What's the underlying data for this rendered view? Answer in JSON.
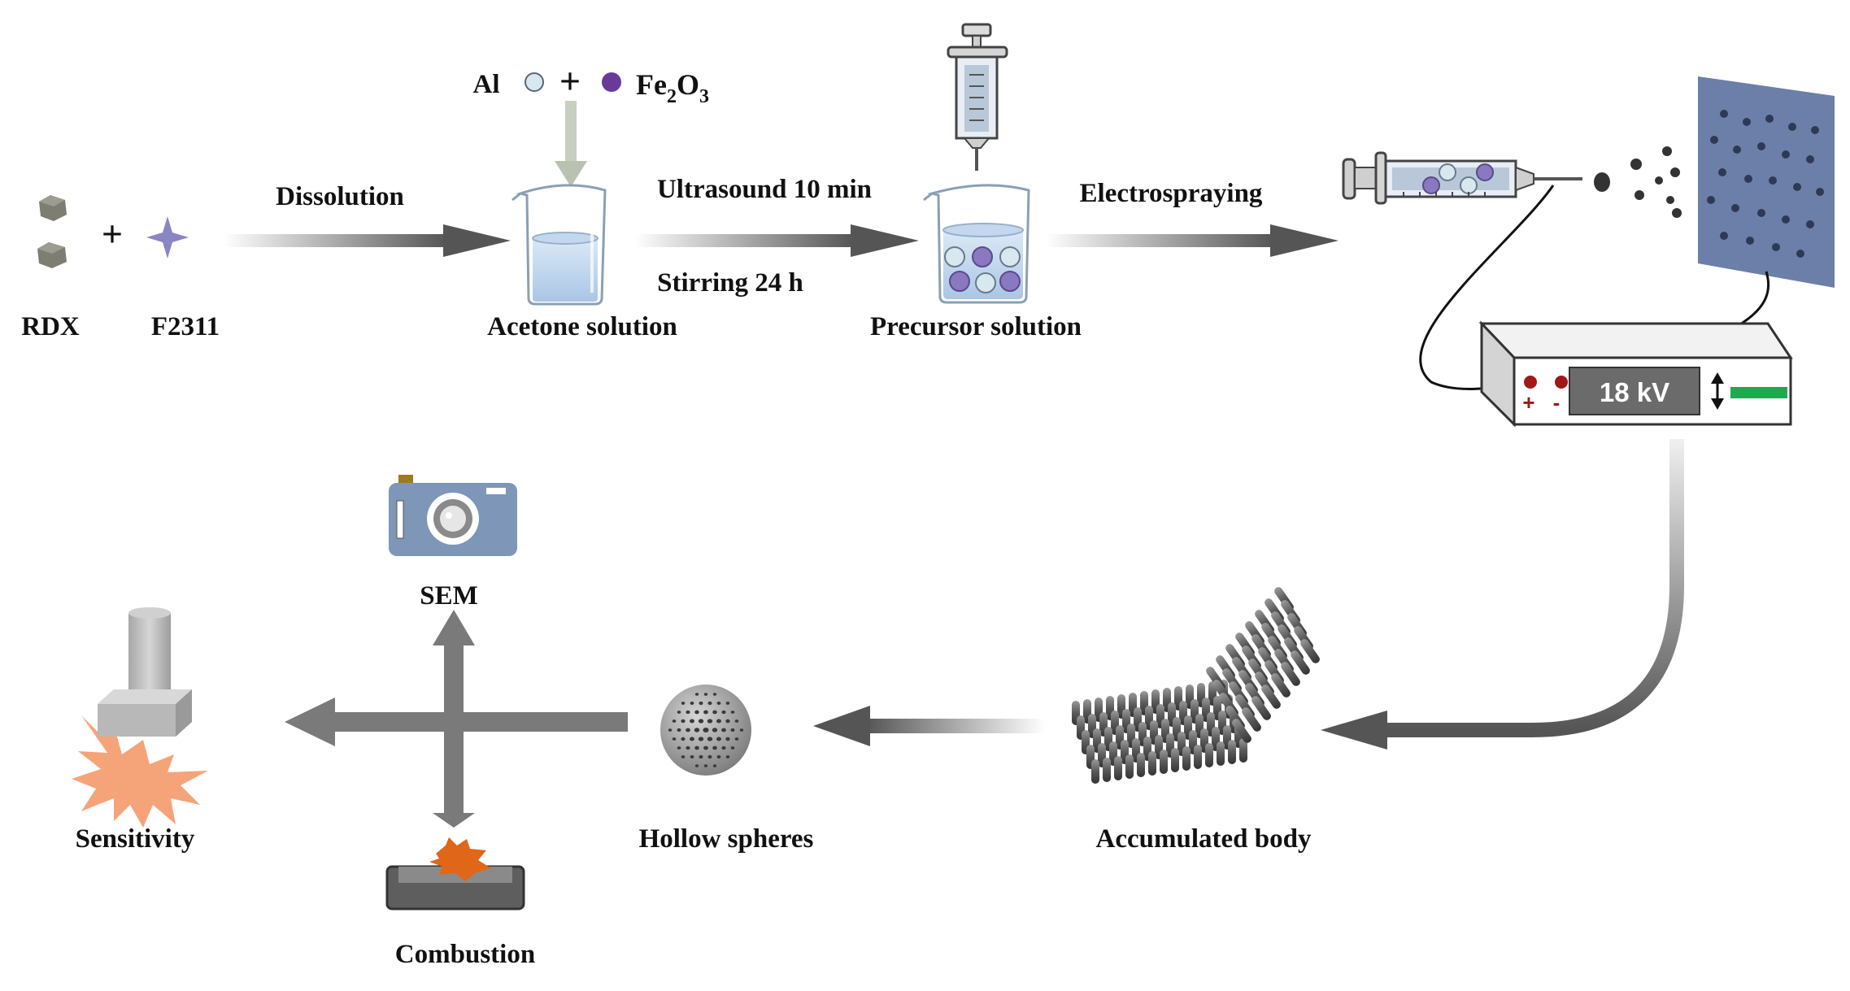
{
  "labels": {
    "rdx": "RDX",
    "f2311": "F2311",
    "al": "Al",
    "fe2o3_main": "Fe",
    "fe2o3_sub1": "2",
    "fe2o3_o": "O",
    "fe2o3_sub2": "3",
    "dissolution": "Dissolution",
    "acetone_solution": "Acetone solution",
    "ultrasound": "Ultrasound  10 min",
    "stirring": "Stirring  24 h",
    "precursor_solution": "Precursor solution",
    "electrospraying": "Electrospraying",
    "voltage": "18 kV",
    "plus_sign": "+",
    "minus_sign": "-",
    "sem": "SEM",
    "sensitivity": "Sensitivity",
    "combustion": "Combustion",
    "hollow_spheres": "Hollow spheres",
    "accumulated_body": "Accumulated body"
  },
  "colors": {
    "arrow_dark": "#555555",
    "beaker_liquid": "#c9ddf2",
    "al_particle": "#d8e8ef",
    "fe2o3_particle": "#6a3a9a",
    "collector_plate": "#6b7fa8",
    "display": "#6b6b6b",
    "display_bar": "#1fa94f",
    "camera_body": "#7e96b8",
    "burst": "#f5a47a",
    "combustion_flame": "#e0661a"
  },
  "icons": [
    "rdx-crystal-icon",
    "f2311-star-icon",
    "beaker-icon",
    "syringe-icon",
    "power-supply-icon",
    "camera-icon",
    "hollow-sphere-icon",
    "accumulated-body-icon",
    "impact-tester-icon",
    "combustion-tray-icon"
  ]
}
